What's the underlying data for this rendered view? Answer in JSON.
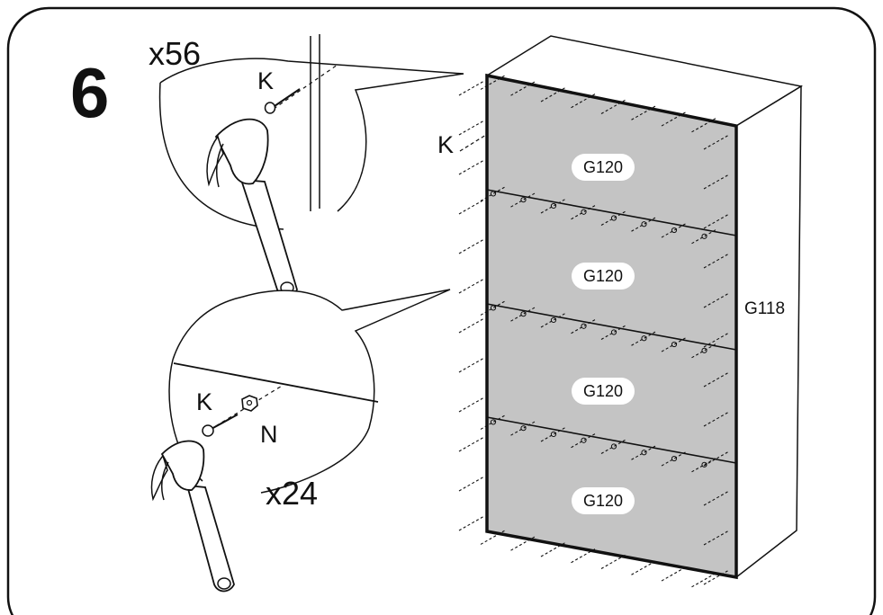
{
  "step": {
    "number": "6"
  },
  "callout_top": {
    "quantity": "x56",
    "part": "K"
  },
  "callout_bottom": {
    "quantity": "x24",
    "part_nail": "K",
    "part_nut": "N"
  },
  "labels": {
    "nail_pointer": "K",
    "side_panel": "G118"
  },
  "panels": [
    {
      "label": "G120"
    },
    {
      "label": "G120"
    },
    {
      "label": "G120"
    },
    {
      "label": "G120"
    }
  ],
  "colors": {
    "back_panel_fill": "#c4c4c4",
    "line": "#111111",
    "background": "#ffffff"
  },
  "icons": {
    "tool": "hammer-icon",
    "fastener": "nail-icon",
    "nut": "nut-icon"
  }
}
